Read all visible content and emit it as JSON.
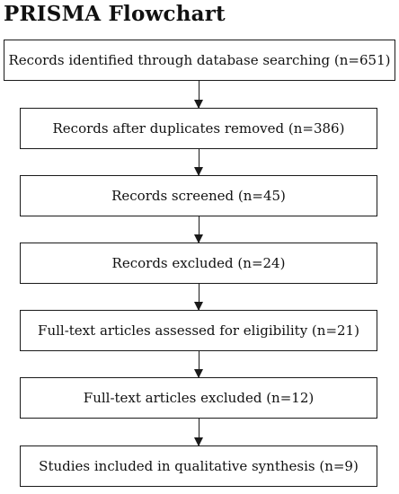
{
  "title": "PRISMA Flowchart",
  "steps": [
    {
      "label": "Records identified through database searching (n=651)"
    },
    {
      "label": "Records after duplicates removed (n=386)"
    },
    {
      "label": "Records screened (n=45)"
    },
    {
      "label": "Records excluded (n=24)"
    },
    {
      "label": "Full-text articles assessed for eligibility (n=21)"
    },
    {
      "label": "Full-text articles excluded (n=12)"
    },
    {
      "label": "Studies included in qualitative synthesis (n=9)"
    }
  ]
}
